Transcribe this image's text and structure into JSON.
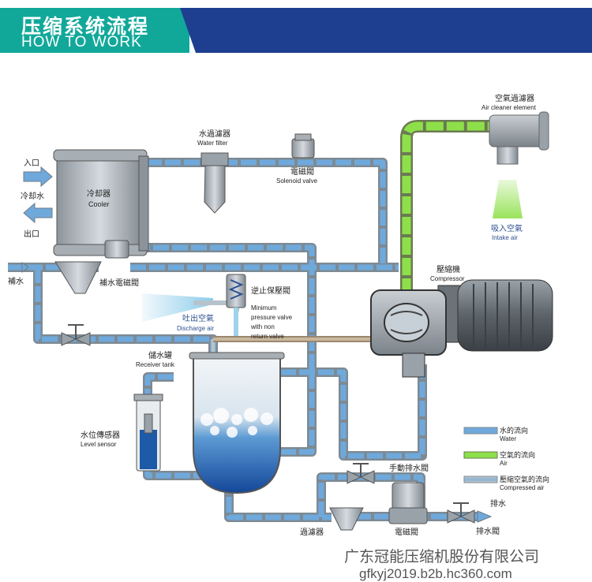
{
  "header": {
    "title": "压缩系统流程",
    "subtitle": "HOW TO WORK"
  },
  "labels": {
    "inlet": "入口",
    "cooling_water": "冷却水",
    "outlet": "出口",
    "makeup_water": "補水",
    "cooler_cn": "冷却器",
    "cooler_en": "Cooler",
    "water_filter_cn": "水過濾器",
    "water_filter_en": "Water filter",
    "solenoid_valve_cn": "電磁閥",
    "solenoid_valve_en": "Solenoid valve",
    "air_cleaner_cn": "空氣過濾器",
    "air_cleaner_en": "Air cleaner element",
    "intake_air_cn": "吸入空氣",
    "intake_air_en": "Intake air",
    "compressor_cn": "壓縮機",
    "compressor_en": "Compressor",
    "makeup_solenoid_cn": "補水電磁閥",
    "min_pressure_cn": "逆止保壓閥",
    "min_pressure_en_1": "Minimum",
    "min_pressure_en_2": "pressure valve",
    "min_pressure_en_3": "with non",
    "min_pressure_en_4": "return valve",
    "discharge_air_cn": "吐出空氣",
    "discharge_air_en": "Discharge air",
    "receiver_cn": "儲水罐",
    "receiver_en": "Receiver tank",
    "level_sensor_cn": "水位傳感器",
    "level_sensor_en": "Level sensor",
    "manual_drain_cn": "手動排水閥",
    "drain_cn": "排水",
    "drain_valve_cn": "排水閥",
    "filter_cn": "過濾器",
    "solenoid_bottom_cn": "電磁閥"
  },
  "legend": [
    {
      "cn": "水的流向",
      "en": "Water",
      "color": "#6fa9dc"
    },
    {
      "cn": "空氣的流向",
      "en": "Air",
      "color": "#8ee04a"
    },
    {
      "cn": "壓縮空氣的流向",
      "en": "Compressed air",
      "color": "#b7c3ca"
    }
  ],
  "watermark": {
    "company": "广东冠能压缩机股份有限公司",
    "url": "gfkyj2019.b2b.hc360.com"
  },
  "colors": {
    "teal": "#11a89a",
    "navy": "#1e3f90",
    "water": "#6fa9dc",
    "air": "#8ee04a"
  }
}
